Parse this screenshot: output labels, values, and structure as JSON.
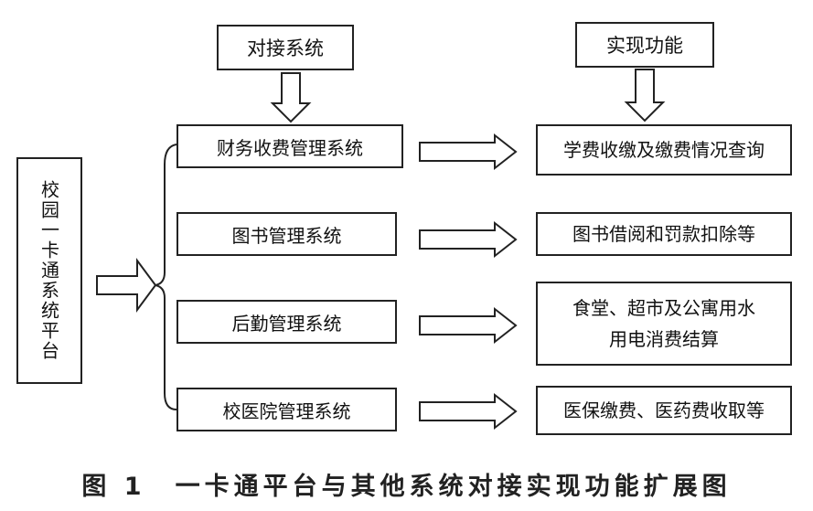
{
  "headers": {
    "left": "对接系统",
    "right": "实现功能"
  },
  "platform": "校园一卡通系统平台",
  "systems": [
    "财务收费管理系统",
    "图书管理系统",
    "后勤管理系统",
    "校医院管理系统"
  ],
  "functions": [
    {
      "line1": "学费收缴及缴费情况查询",
      "line2": ""
    },
    {
      "line1": "图书借阅和罚款扣除等",
      "line2": ""
    },
    {
      "line1": "食堂、超市及公寓用水",
      "line2": "用电消费结算"
    },
    {
      "line1": "医保缴费、医药费收取等",
      "line2": ""
    }
  ],
  "caption": "图 1　一卡通平台与其他系统对接实现功能扩展图"
}
